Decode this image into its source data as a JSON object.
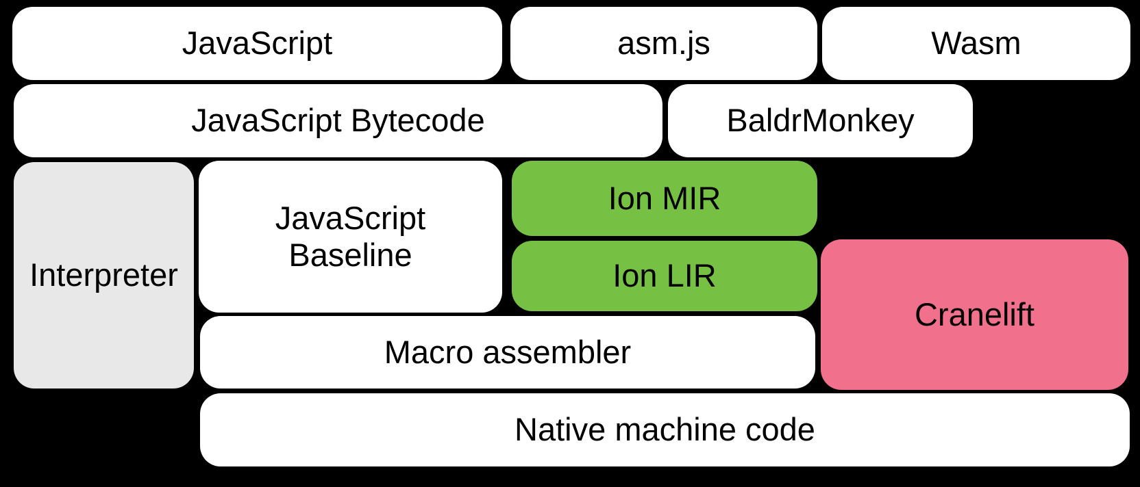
{
  "colors": {
    "background": "#000000",
    "box_white": "#ffffff",
    "box_gray": "#e8e8e8",
    "box_green": "#76c144",
    "box_pink": "#f1708b",
    "text": "#000000"
  },
  "nodes": {
    "javascript": {
      "label": "JavaScript"
    },
    "asmjs": {
      "label": "asm.js"
    },
    "wasm": {
      "label": "Wasm"
    },
    "javascript_bytecode": {
      "label": "JavaScript Bytecode"
    },
    "baldrmonkey": {
      "label": "BaldrMonkey"
    },
    "interpreter": {
      "label": "Interpreter"
    },
    "javascript_baseline": {
      "label": "JavaScript\nBaseline"
    },
    "ion_mir": {
      "label": "Ion MIR"
    },
    "ion_lir": {
      "label": "Ion LIR"
    },
    "cranelift": {
      "label": "Cranelift"
    },
    "macro_assembler": {
      "label": "Macro assembler"
    },
    "native_machine_code": {
      "label": "Native machine code"
    }
  }
}
